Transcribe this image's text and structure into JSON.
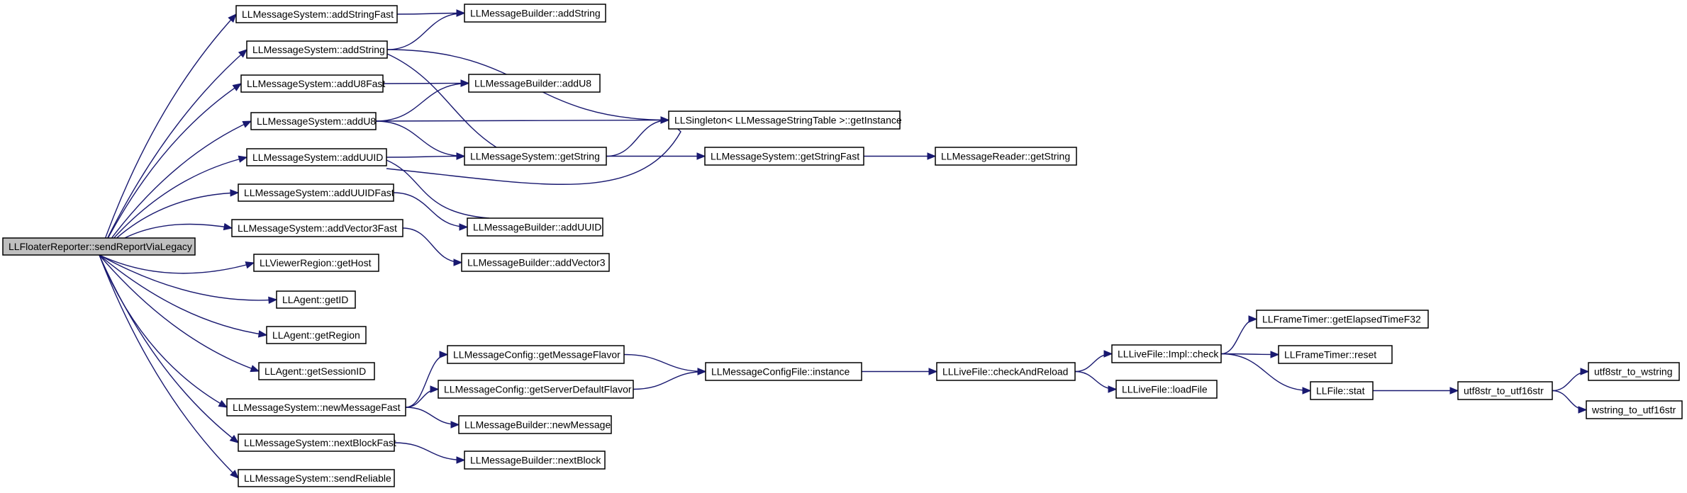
{
  "graph": {
    "nodes": {
      "root": "LLFloaterReporter::sendReportViaLegacy",
      "addStringFast": "LLMessageSystem::addStringFast",
      "addString": "LLMessageSystem::addString",
      "addU8Fast": "LLMessageSystem::addU8Fast",
      "addU8": "LLMessageSystem::addU8",
      "addUUID": "LLMessageSystem::addUUID",
      "addUUIDFast": "LLMessageSystem::addUUIDFast",
      "addVector3Fast": "LLMessageSystem::addVector3Fast",
      "getHost": "LLViewerRegion::getHost",
      "getID": "LLAgent::getID",
      "getRegion": "LLAgent::getRegion",
      "getSessionID": "LLAgent::getSessionID",
      "newMessageFast": "LLMessageSystem::newMessageFast",
      "nextBlockFast": "LLMessageSystem::nextBlockFast",
      "sendReliable": "LLMessageSystem::sendReliable",
      "mbAddString": "LLMessageBuilder::addString",
      "mbAddU8": "LLMessageBuilder::addU8",
      "msGetString": "LLMessageSystem::getString",
      "mbAddUUID": "LLMessageBuilder::addUUID",
      "mbAddVector3": "LLMessageBuilder::addVector3",
      "mcGetMessageFlavor": "LLMessageConfig::getMessageFlavor",
      "mcGetServerDefaultFlavor": "LLMessageConfig::getServerDefaultFlavor",
      "mbNewMessage": "LLMessageBuilder::newMessage",
      "mbNextBlock": "LLMessageBuilder::nextBlock",
      "singleton": "LLSingleton< LLMessageStringTable >::getInstance",
      "getStringFast": "LLMessageSystem::getStringFast",
      "mcfInstance": "LLMessageConfigFile::instance",
      "mrGetString": "LLMessageReader::getString",
      "checkAndReload": "LLLiveFile::checkAndReload",
      "implCheck": "LLLiveFile::Impl::check",
      "loadFile": "LLLiveFile::loadFile",
      "getElapsed": "LLFrameTimer::getElapsedTimeF32",
      "timerReset": "LLFrameTimer::reset",
      "fileStat": "LLFile::stat",
      "utf8to16": "utf8str_to_utf16str",
      "utf8toW": "utf8str_to_wstring",
      "wtoUtf16": "wstring_to_utf16str"
    },
    "edges": [
      [
        "root",
        "addStringFast"
      ],
      [
        "root",
        "addString"
      ],
      [
        "root",
        "addU8Fast"
      ],
      [
        "root",
        "addU8"
      ],
      [
        "root",
        "addUUID"
      ],
      [
        "root",
        "addUUIDFast"
      ],
      [
        "root",
        "addVector3Fast"
      ],
      [
        "root",
        "getHost"
      ],
      [
        "root",
        "getID"
      ],
      [
        "root",
        "getRegion"
      ],
      [
        "root",
        "getSessionID"
      ],
      [
        "root",
        "newMessageFast"
      ],
      [
        "root",
        "nextBlockFast"
      ],
      [
        "root",
        "sendReliable"
      ],
      [
        "addStringFast",
        "mbAddString"
      ],
      [
        "addString",
        "mbAddString"
      ],
      [
        "addString",
        "singleton"
      ],
      [
        "addString",
        "msGetString"
      ],
      [
        "addU8Fast",
        "mbAddU8"
      ],
      [
        "addU8",
        "mbAddU8"
      ],
      [
        "addU8",
        "singleton"
      ],
      [
        "addU8",
        "msGetString"
      ],
      [
        "addUUID",
        "msGetString"
      ],
      [
        "addUUID",
        "singleton"
      ],
      [
        "addUUID",
        "mbAddUUID"
      ],
      [
        "addUUIDFast",
        "mbAddUUID"
      ],
      [
        "addVector3Fast",
        "mbAddVector3"
      ],
      [
        "msGetString",
        "singleton"
      ],
      [
        "msGetString",
        "getStringFast"
      ],
      [
        "getStringFast",
        "mrGetString"
      ],
      [
        "newMessageFast",
        "mcGetMessageFlavor"
      ],
      [
        "newMessageFast",
        "mcGetServerDefaultFlavor"
      ],
      [
        "newMessageFast",
        "mbNewMessage"
      ],
      [
        "nextBlockFast",
        "mbNextBlock"
      ],
      [
        "mcGetMessageFlavor",
        "mcfInstance"
      ],
      [
        "mcGetServerDefaultFlavor",
        "mcfInstance"
      ],
      [
        "mcfInstance",
        "checkAndReload"
      ],
      [
        "checkAndReload",
        "implCheck"
      ],
      [
        "checkAndReload",
        "loadFile"
      ],
      [
        "implCheck",
        "getElapsed"
      ],
      [
        "implCheck",
        "timerReset"
      ],
      [
        "implCheck",
        "fileStat"
      ],
      [
        "fileStat",
        "utf8to16"
      ],
      [
        "utf8to16",
        "utf8toW"
      ],
      [
        "utf8to16",
        "wtoUtf16"
      ]
    ]
  }
}
